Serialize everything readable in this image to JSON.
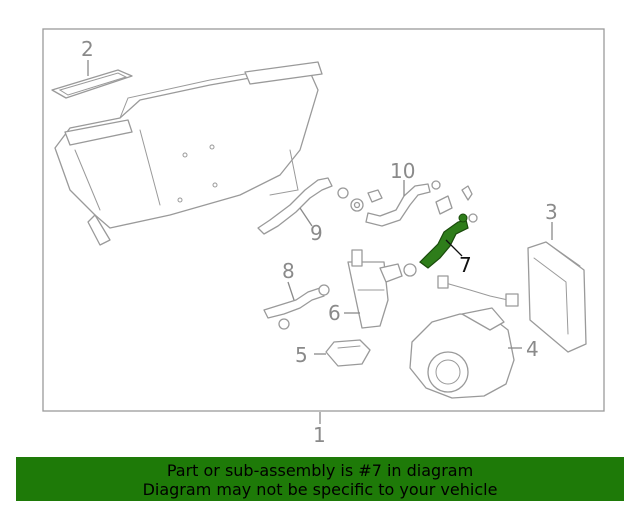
{
  "diagram": {
    "callouts": [
      "1",
      "2",
      "3",
      "4",
      "5",
      "6",
      "7",
      "8",
      "9",
      "10"
    ],
    "highlight_color": "#2e7d1a",
    "highlighted_part": "7"
  },
  "banner": {
    "line1": "Part or sub-assembly is #7 in diagram",
    "line2": "Diagram may not be specific to your vehicle",
    "background": "#1e7a08"
  }
}
